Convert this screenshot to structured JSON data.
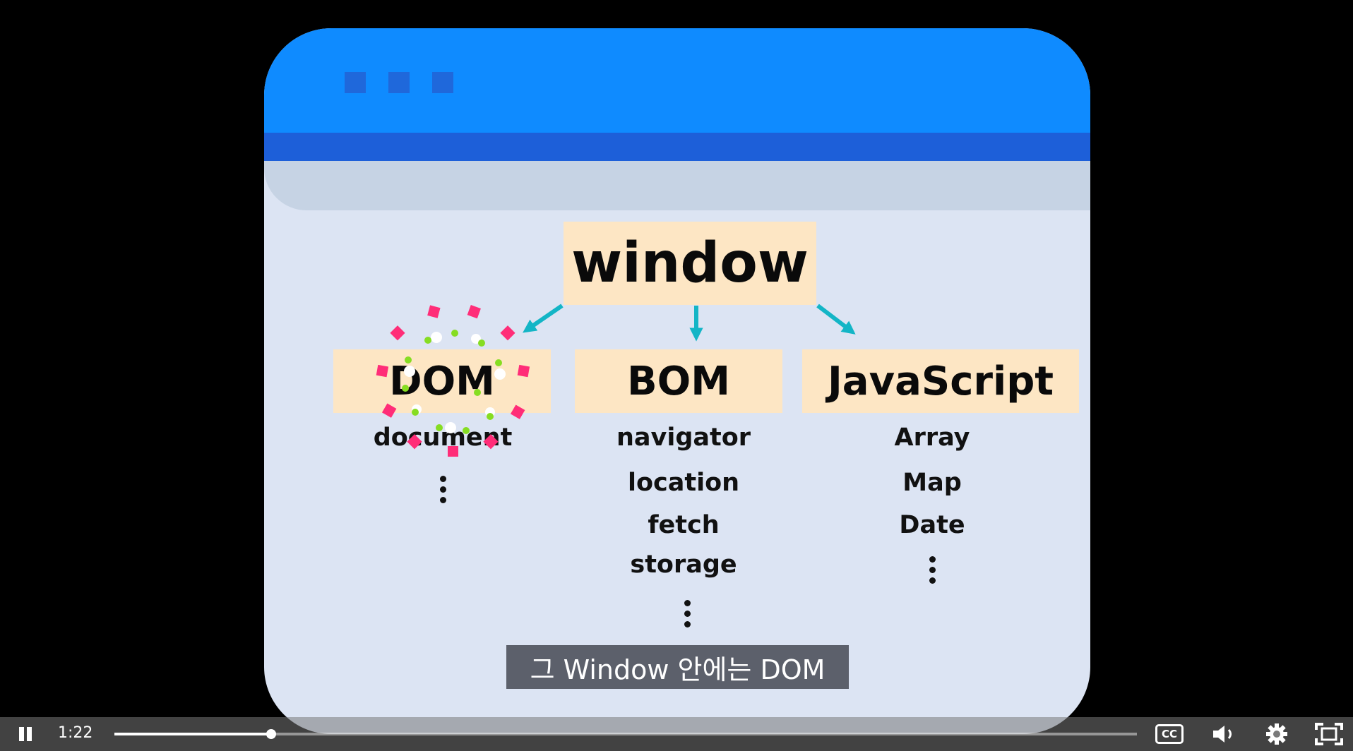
{
  "diagram": {
    "root": "window",
    "branches": [
      {
        "title": "DOM",
        "items": [
          "document"
        ]
      },
      {
        "title": "BOM",
        "items": [
          "navigator",
          "location",
          "fetch",
          "storage"
        ]
      },
      {
        "title": "JavaScript",
        "items": [
          "Array",
          "Map",
          "Date"
        ]
      }
    ],
    "colors": {
      "box": "#fde6c4",
      "arrow": "#13b5c6",
      "browser_header": "#0f8bff",
      "browser_body": "#dce4f3",
      "sparkle_pink": "#ff2d78",
      "sparkle_green": "#86dd22"
    }
  },
  "subtitle": "그 Window 안에는 DOM",
  "player": {
    "state": "playing",
    "pause_icon": "pause-icon",
    "current_time": "1:22",
    "progress_fraction": 0.153,
    "cc_label": "CC",
    "icons": [
      "pause-icon",
      "captions-icon",
      "volume-icon",
      "settings-gear-icon",
      "fullscreen-icon"
    ]
  }
}
